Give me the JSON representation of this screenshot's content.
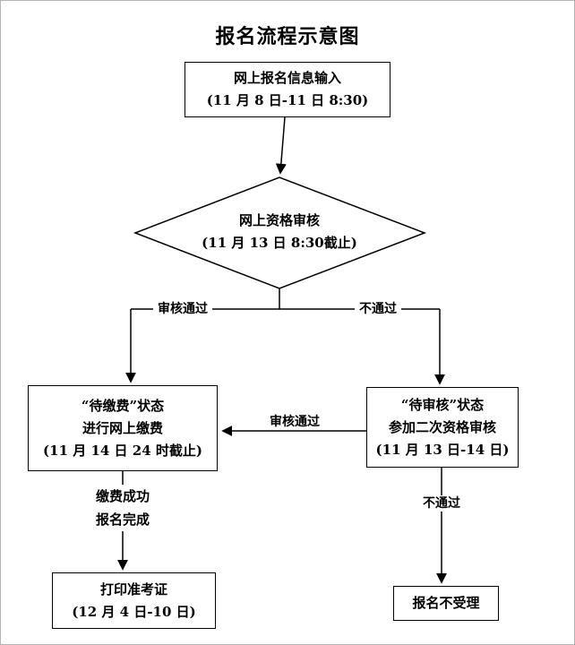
{
  "title": "报名流程示意图",
  "nodes": {
    "input": {
      "line1": "网上报名信息输入",
      "line2": "(11 月 8 日-11 日 8:30)"
    },
    "review": {
      "line1": "网上资格审核",
      "line2": "(11 月 13 日 8:30截止)"
    },
    "pay": {
      "line1": "“待缴费”状态",
      "line2": "进行网上缴费",
      "line3": "(11 月 14 日 24 时截止)"
    },
    "second_review": {
      "line1": "“待审核”状态",
      "line2": "参加二次资格审核",
      "line3": "(11 月 13 日-14 日)"
    },
    "print": {
      "line1": "打印准考证",
      "line2": "(12 月 4 日-10 日)"
    },
    "rejected": {
      "line1": "报名不受理"
    }
  },
  "labels": {
    "pass_left": "审核通过",
    "fail_right": "不通过",
    "pass_mid": "审核通过",
    "pay_done_line1": "缴费成功",
    "pay_done_line2": "报名完成",
    "fail_bottom": "不通过"
  },
  "colors": {
    "line": "#000000",
    "background": "#ffffff"
  }
}
